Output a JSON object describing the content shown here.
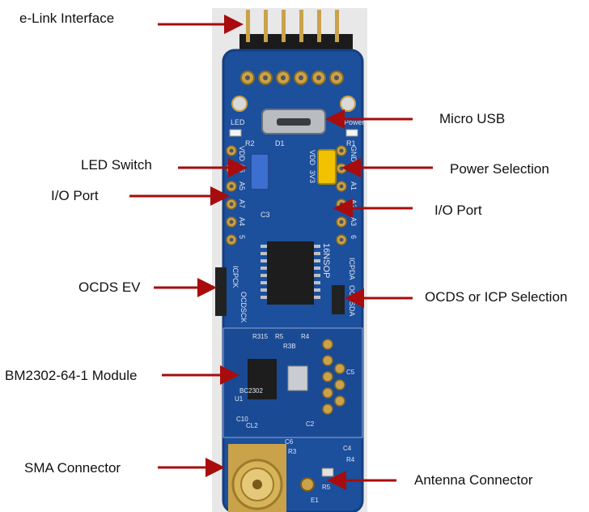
{
  "colors": {
    "pcb": "#1c4f9c",
    "pcb_dark": "#163f80",
    "arrow": "#a80c0c",
    "gold": "#c9a24a",
    "jumper_yellow": "#f2c200",
    "silk": "#dfe6f3"
  },
  "callouts": {
    "elink": "e-Link Interface",
    "micro_usb": "Micro USB",
    "led_switch": "LED Switch",
    "power_selection": "Power Selection",
    "io_port_left": "I/O Port",
    "io_port_right": "I/O Port",
    "ocds_ev": "OCDS EV",
    "ocds_icp": "OCDS or ICP Selection",
    "module": "BM2302-64-1 Module",
    "sma": "SMA Connector",
    "antenna": "Antenna Connector"
  },
  "silkscreen": {
    "left_pins": [
      "VDD",
      "A6",
      "A5",
      "A7",
      "A4",
      "5"
    ],
    "right_pins": [
      "GND",
      "A0",
      "A1",
      "A2",
      "A3",
      "6"
    ],
    "power_jumper": [
      "VDD",
      "3V3"
    ],
    "led": "LED",
    "power": "Power",
    "r1": "R1",
    "r2": "R2",
    "d1": "D1",
    "c3": "C3",
    "ic_name": "16NSOP",
    "icpck": "ICPCK",
    "ocdsck": "OCDSCK",
    "icpda": "ICPDA",
    "ocdsda": "OCDSDA",
    "module_parts": [
      "R315",
      "R5",
      "R4",
      "R3B",
      "U1",
      "BC2302",
      "C10",
      "CL2",
      "C2",
      "C5",
      "C6",
      "R3",
      "C4",
      "R4",
      "R5",
      "E1"
    ]
  }
}
